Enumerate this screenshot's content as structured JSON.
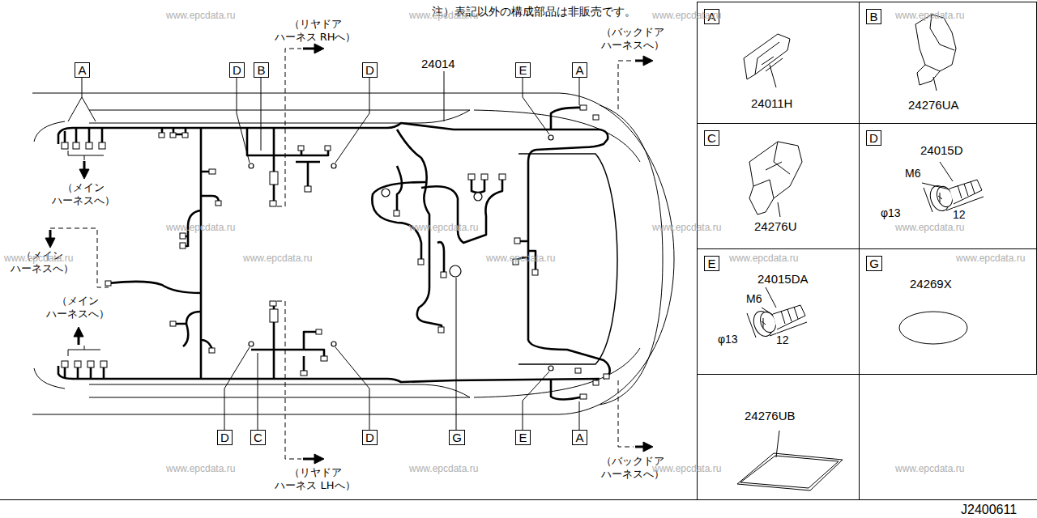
{
  "diagram": {
    "nodes": [
      {
        "text": [
          "A"
        ]
      },
      {
        "text": [
          "D"
        ]
      },
      {
        "text": [
          "B"
        ]
      },
      {
        "text": [
          "D"
        ]
      },
      {
        "text": [
          "E"
        ]
      },
      {
        "text": [
          "A"
        ]
      },
      {
        "text": [
          "D"
        ]
      },
      {
        "text": [
          "C"
        ]
      },
      {
        "text": [
          "D"
        ]
      },
      {
        "text": [
          "G"
        ]
      },
      {
        "text": [
          "E"
        ]
      },
      {
        "text": [
          "A"
        ]
      },
      {
        "text": [
          "24011H"
        ]
      },
      {
        "text": [
          "A"
        ],
        "in": 12
      },
      {
        "text": [
          "24276UA"
        ]
      },
      {
        "text": [
          "B"
        ],
        "in": 14
      },
      {
        "text": [
          "24276U"
        ]
      },
      {
        "text": [
          "C"
        ],
        "in": 16
      },
      {
        "text": [
          "24015D"
        ]
      },
      {
        "text": [
          "D"
        ],
        "in": 18
      },
      {
        "text": [
          "24015DA"
        ]
      },
      {
        "text": [
          "E"
        ],
        "in": 20
      },
      {
        "text": [
          "24269X"
        ]
      },
      {
        "text": [
          "G"
        ],
        "in": 22
      },
      {
        "text": [
          "24276UB"
        ]
      }
    ],
    "labels": [
      "注）表記以外の構成部品は非販売です。",
      "（リヤドア ハーネス RHへ）",
      "（バックドア ハーネスへ）",
      "24014",
      "（メイン ハーネスへ）",
      "（メイン ハーネスへ）",
      "（メイン ハーネスへ）",
      "（リヤドア ハーネス LHへ）",
      "（バックドア ハーネスへ）",
      "M6",
      "φ13",
      "12",
      "M6",
      "φ13",
      "12",
      "J2400611",
      "www.epcdata.ru",
      "www.epcdata.ru",
      "www.epcdata.ru",
      "www.epcdata.ru",
      "www.epcdata.ru",
      "www.epcdata.ru",
      "www.epcdata.ru",
      "www.epcdata.ru",
      "www.epcdata.ru",
      "www.epcdata.ru",
      "www.epcdata.ru",
      "www.epcdata.ru",
      "www.epcdata.ru",
      "www.epcdata.ru",
      "www.epcdata.ru",
      "www.epcdata.ru",
      "www.epcdata.ru"
    ]
  }
}
